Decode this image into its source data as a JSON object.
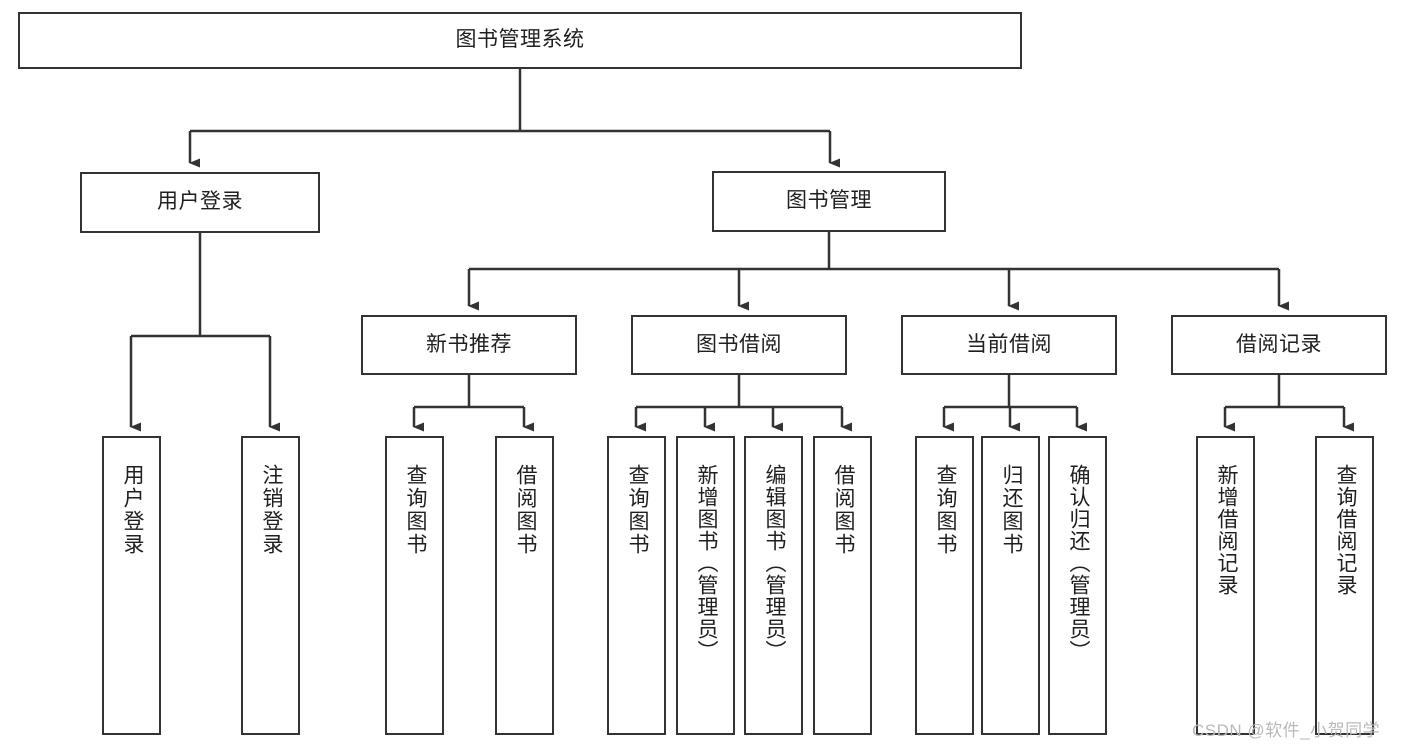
{
  "diagram": {
    "title": "图书管理系统",
    "root": {
      "label": "图书管理系统"
    },
    "level2": [
      {
        "label": "用户登录"
      },
      {
        "label": "图书管理"
      }
    ],
    "level3": [
      {
        "label": "新书推荐"
      },
      {
        "label": "图书借阅"
      },
      {
        "label": "当前借阅"
      },
      {
        "label": "借阅记录"
      }
    ],
    "leaves": {
      "user_login": [
        {
          "label": "用户登录"
        },
        {
          "label": "注销登录"
        }
      ],
      "new_book_recommend": [
        {
          "label": "查询图书"
        },
        {
          "label": "借阅图书"
        }
      ],
      "book_borrow": [
        {
          "label": "查询图书"
        },
        {
          "label": "新增图书（管理员）"
        },
        {
          "label": "编辑图书（管理员）"
        },
        {
          "label": "借阅图书"
        }
      ],
      "current_borrow": [
        {
          "label": "查询图书"
        },
        {
          "label": "归还图书"
        },
        {
          "label": "确认归还（管理员）"
        }
      ],
      "borrow_record": [
        {
          "label": "新增借阅记录"
        },
        {
          "label": "查询借阅记录"
        }
      ]
    }
  },
  "watermark": {
    "text": "CSDN @软件_小贺同学"
  },
  "colors": {
    "border": "#333333",
    "text": "#1f1f1f",
    "background": "#ffffff",
    "watermark": "#b9b9b9"
  }
}
